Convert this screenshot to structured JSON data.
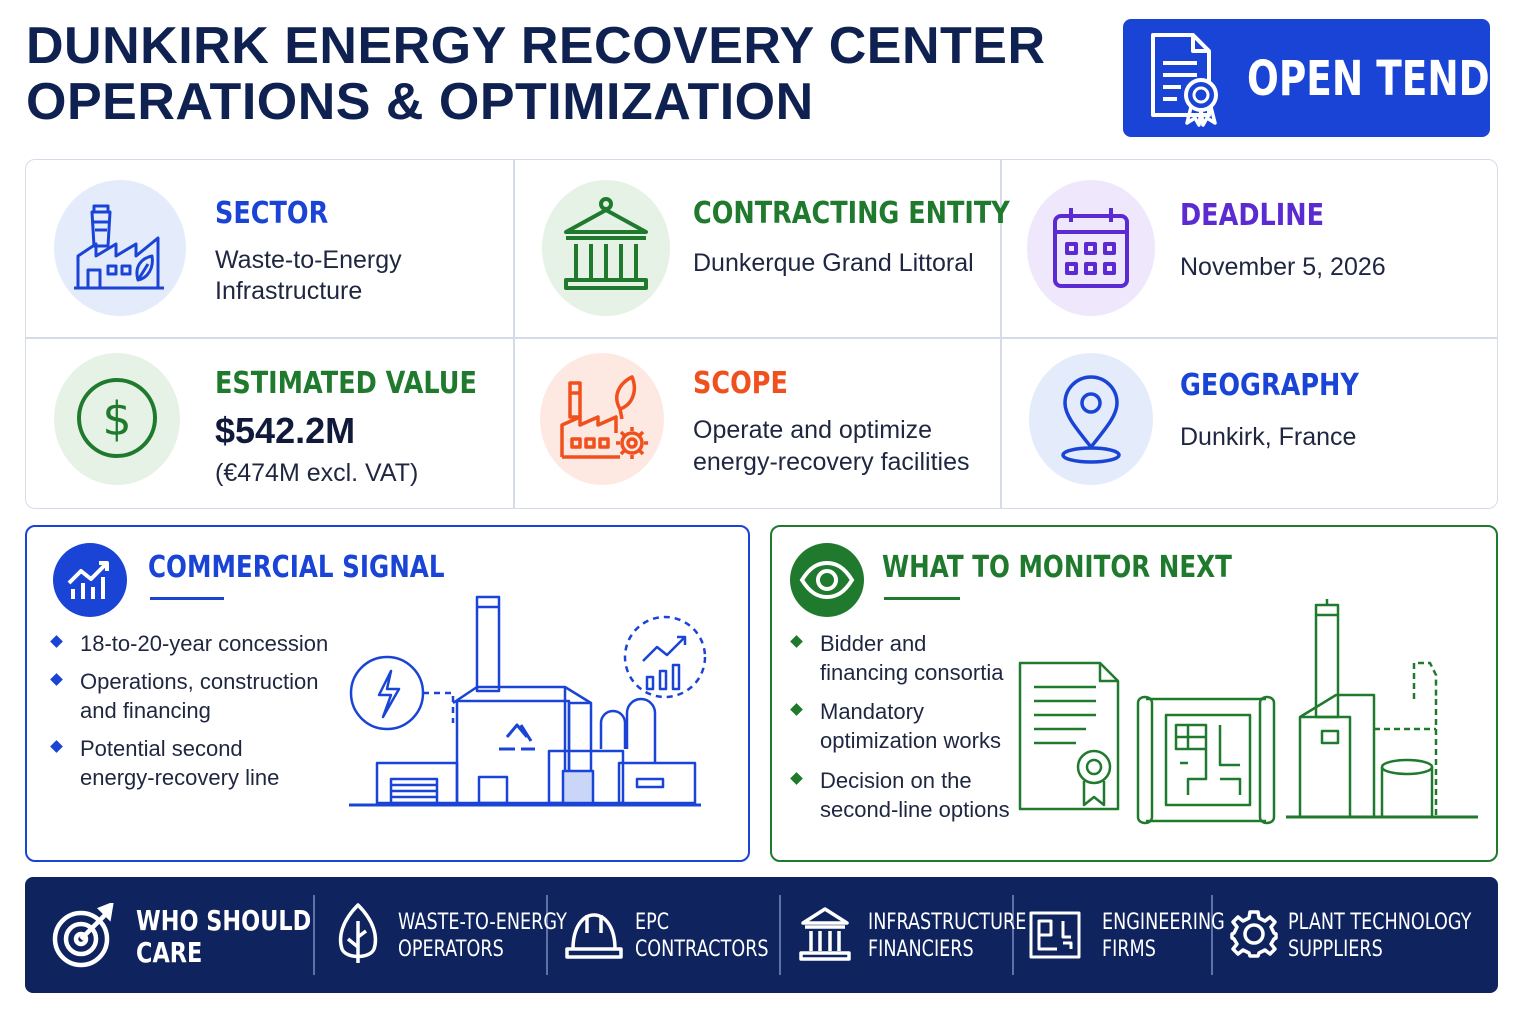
{
  "header": {
    "title_line1": "DUNKIRK ENERGY RECOVERY CENTER",
    "title_line2": "OPERATIONS & OPTIMIZATION",
    "status_badge": "OPEN TENDER"
  },
  "facts": {
    "sector": {
      "label": "SECTOR",
      "line1": "Waste-to-Energy",
      "line2": "Infrastructure",
      "icon": "factory-leaf-icon"
    },
    "contracting_entity": {
      "label": "CONTRACTING ENTITY",
      "value": "Dunkerque Grand Littoral",
      "icon": "government-building-icon"
    },
    "deadline": {
      "label": "DEADLINE",
      "value": "November 5, 2026",
      "icon": "calendar-icon"
    },
    "estimated_value": {
      "label": "ESTIMATED VALUE",
      "value": "$542.2M",
      "sub": "(€474M excl. VAT)",
      "icon": "dollar-icon"
    },
    "scope": {
      "label": "SCOPE",
      "line1": "Operate and optimize",
      "line2": "energy-recovery facilities",
      "icon": "factory-gear-icon"
    },
    "geography": {
      "label": "GEOGRAPHY",
      "value": "Dunkirk, France",
      "icon": "location-pin-icon"
    }
  },
  "commercial_signal": {
    "title": "COMMERCIAL SIGNAL",
    "bullets": [
      {
        "line1": "18-to-20-year concession",
        "line2": ""
      },
      {
        "line1": "Operations, construction",
        "line2": "and financing"
      },
      {
        "line1": "Potential second",
        "line2": "energy-recovery line"
      }
    ]
  },
  "monitor_next": {
    "title": "WHAT TO MONITOR NEXT",
    "bullets": [
      {
        "line1": "Bidder and",
        "line2": "financing consortia"
      },
      {
        "line1": "Mandatory",
        "line2": "optimization works"
      },
      {
        "line1": "Decision on the",
        "line2": "second-line options"
      }
    ]
  },
  "who_should_care": {
    "title_line1": "WHO SHOULD",
    "title_line2": "CARE",
    "groups": [
      {
        "line1": "WASTE-TO-ENERGY",
        "line2": "OPERATORS",
        "icon": "leaf-icon"
      },
      {
        "line1": "EPC",
        "line2": "CONTRACTORS",
        "icon": "hard-hat-icon"
      },
      {
        "line1": "INFRASTRUCTURE",
        "line2": "FINANCIERS",
        "icon": "bank-icon"
      },
      {
        "line1": "ENGINEERING",
        "line2": "FIRMS",
        "icon": "blueprint-icon"
      },
      {
        "line1": "PLANT TECHNOLOGY",
        "line2": "SUPPLIERS",
        "icon": "gear-icon"
      }
    ]
  },
  "colors": {
    "blue": "#1a44d6",
    "green": "#1f7a2e",
    "purple": "#5b2bd1",
    "orange": "#f0501e",
    "navy": "#0f235e"
  }
}
